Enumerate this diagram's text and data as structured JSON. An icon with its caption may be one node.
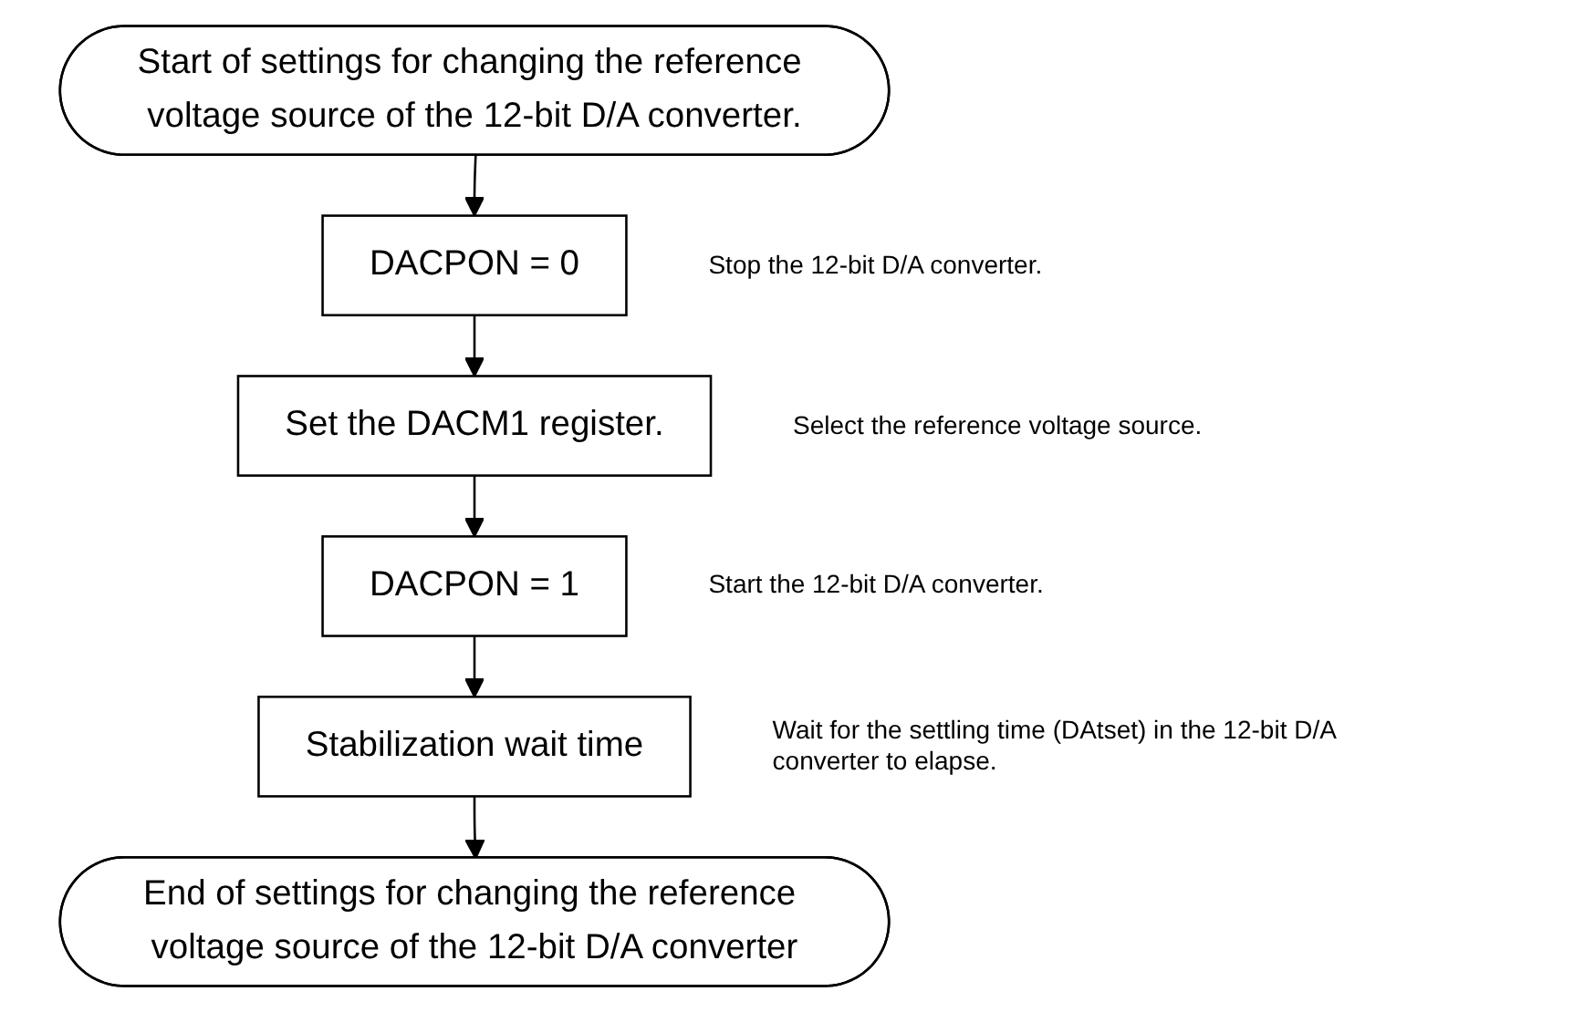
{
  "diagram": {
    "nodes": [
      {
        "text": [
          "Start of settings for changing the reference voltage source of the 12-bit D/A converter."
        ]
      },
      {
        "text": [
          "DACPON = 0"
        ],
        "beside": [
          "Stop the 12-bit D/A converter."
        ]
      },
      {
        "text": [
          "Set the DACM1 register."
        ],
        "beside": [
          "Select the reference voltage source."
        ]
      },
      {
        "text": [
          "DACPON = 1"
        ],
        "beside": [
          "Start the 12-bit D/A converter."
        ]
      },
      {
        "text": [
          "Stabilization wait time"
        ],
        "beside": [
          "Wait for the settling time (DAtset) in the 12-bit D/A converter to elapse."
        ]
      },
      {
        "text": [
          "End of settings for changing the reference voltage source of the 12-bit D/A converter"
        ]
      }
    ],
    "edges": [
      {
        "from": 0,
        "to": 1,
        "arrow": "to"
      },
      {
        "from": 1,
        "to": 2,
        "arrow": "to"
      },
      {
        "from": 2,
        "to": 3,
        "arrow": "to"
      },
      {
        "from": 3,
        "to": 4,
        "arrow": "to"
      },
      {
        "from": 4,
        "to": 5,
        "arrow": "to"
      }
    ]
  }
}
